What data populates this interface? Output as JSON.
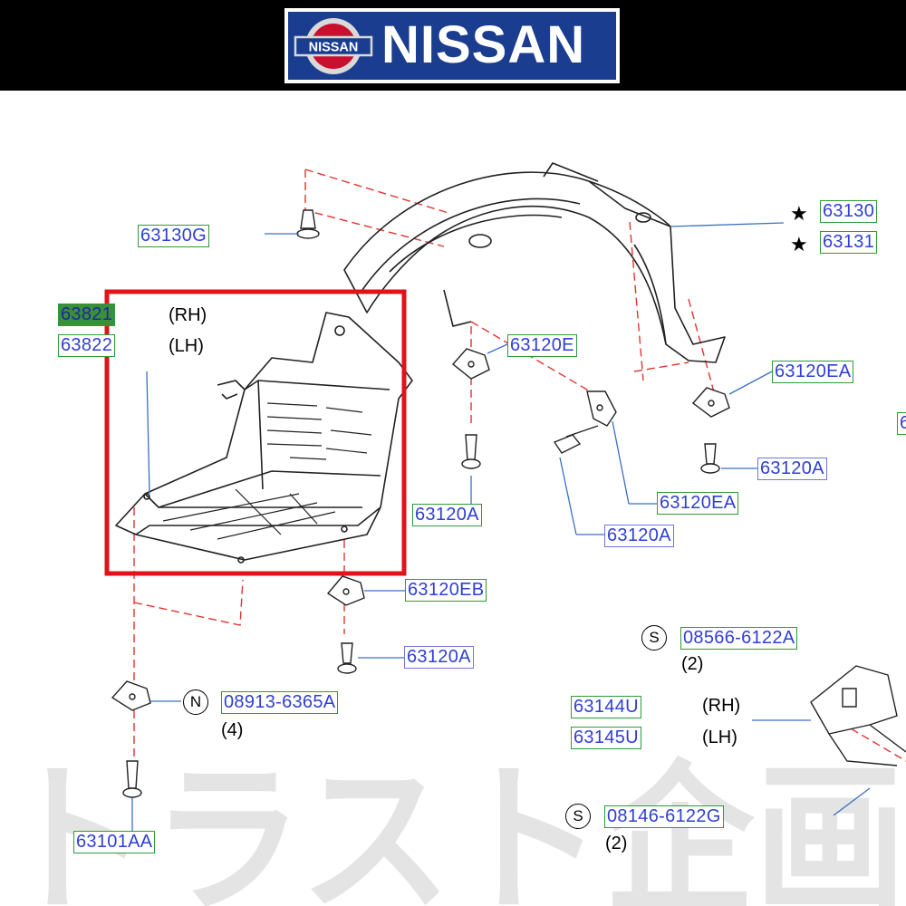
{
  "brand": {
    "emblem_text": "NISSAN",
    "wordmark": "NISSAN",
    "colors": {
      "blue": "#1a3d8f",
      "red": "#c8102e",
      "silver": "#d9d9d9"
    }
  },
  "labels": {
    "p63130G": "63130G",
    "p63130": "63130",
    "p63131": "63131",
    "p63821": "63821",
    "p63822": "63822",
    "rh": "(RH)",
    "lh": "(LH)",
    "p63120E": "63120E",
    "p63120EA_right": "63120EA",
    "p63120A_right": "63120A",
    "p63120EA_mid": "63120EA",
    "p63120A_mid_low": "63120A",
    "p63120A_left": "63120A",
    "p63120EB": "63120EB",
    "p63120A_lower": "63120A",
    "s_symbol_1": "S",
    "p08566": "08566-6122A",
    "qty_2a": "(2)",
    "n_symbol": "N",
    "p08913": "08913-6365A",
    "qty_4": "(4)",
    "p63144U": "63144U",
    "rh2": "(RH)",
    "p63145U": "63145U",
    "lh2": "(LH)",
    "s_symbol_2": "S",
    "p08146": "08146-6122G",
    "qty_2b": "(2)",
    "p63101AA": "63101AA",
    "edge_partial": "6"
  },
  "watermark_text": "トラスト企画",
  "colors": {
    "label_text": "#2f3fd2",
    "label_border": "#2e9a3a",
    "highlight_fill": "#3b8f3b",
    "callout_line": "#3a6fc4",
    "dash_line": "#e0352f",
    "highlight_box": "#e0131b",
    "watermark": "#b7b7b7"
  },
  "icons": [
    "star-icon",
    "s-circle-icon",
    "n-circle-icon"
  ]
}
